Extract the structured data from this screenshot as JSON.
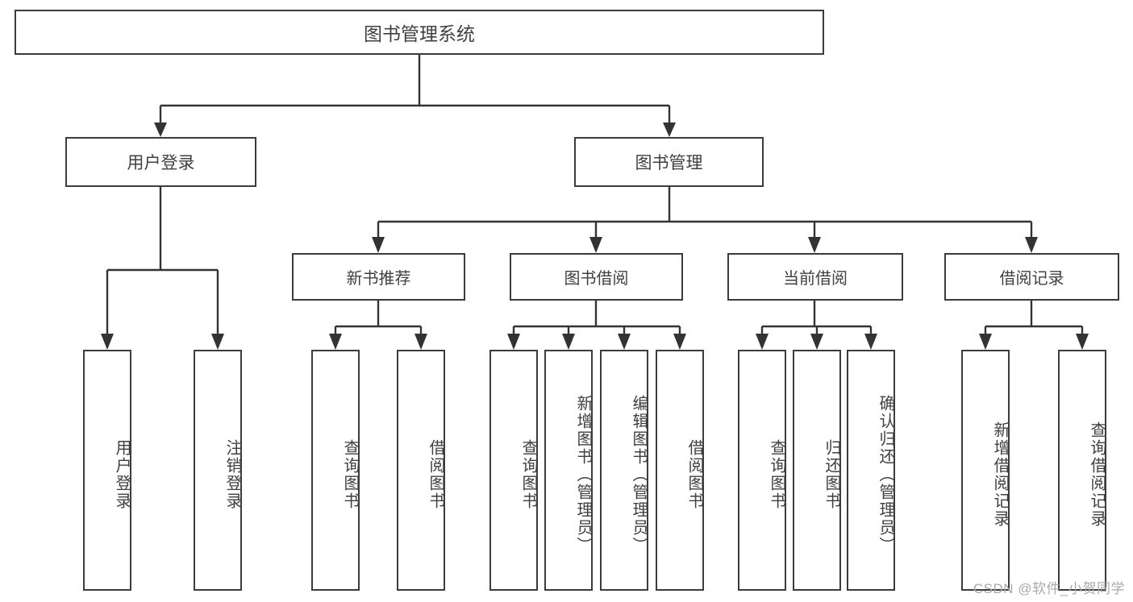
{
  "diagram": {
    "type": "tree",
    "title": "图书管理系统",
    "orientation": "top-down",
    "colors": {
      "box_border": "#3c3c3c",
      "connector": "#333333",
      "text": "#404040",
      "background": "#ffffff",
      "watermark": "#a9a9a9"
    },
    "levels": 4
  },
  "root": {
    "label": "图书管理系统"
  },
  "level2": [
    {
      "label": "用户登录"
    },
    {
      "label": "图书管理"
    }
  ],
  "level3": [
    {
      "label": "新书推荐"
    },
    {
      "label": "图书借阅"
    },
    {
      "label": "当前借阅"
    },
    {
      "label": "借阅记录"
    }
  ],
  "leaves": {
    "user_login": [
      {
        "label": "用户登录"
      },
      {
        "label": "注销登录"
      }
    ],
    "new_book_recommend": [
      {
        "label": "查询图书"
      },
      {
        "label": "借阅图书"
      }
    ],
    "book_borrow": [
      {
        "label": "查询图书"
      },
      {
        "label": "新增图书（管理员）"
      },
      {
        "label": "编辑图书（管理员）"
      },
      {
        "label": "借阅图书"
      }
    ],
    "current_borrow": [
      {
        "label": "查询图书"
      },
      {
        "label": "归还图书"
      },
      {
        "label": "确认归还（管理员）"
      }
    ],
    "borrow_record": [
      {
        "label": "新增借阅记录"
      },
      {
        "label": "查询借阅记录"
      }
    ]
  },
  "watermark": {
    "text": "CSDN @软件_小贺同学"
  }
}
